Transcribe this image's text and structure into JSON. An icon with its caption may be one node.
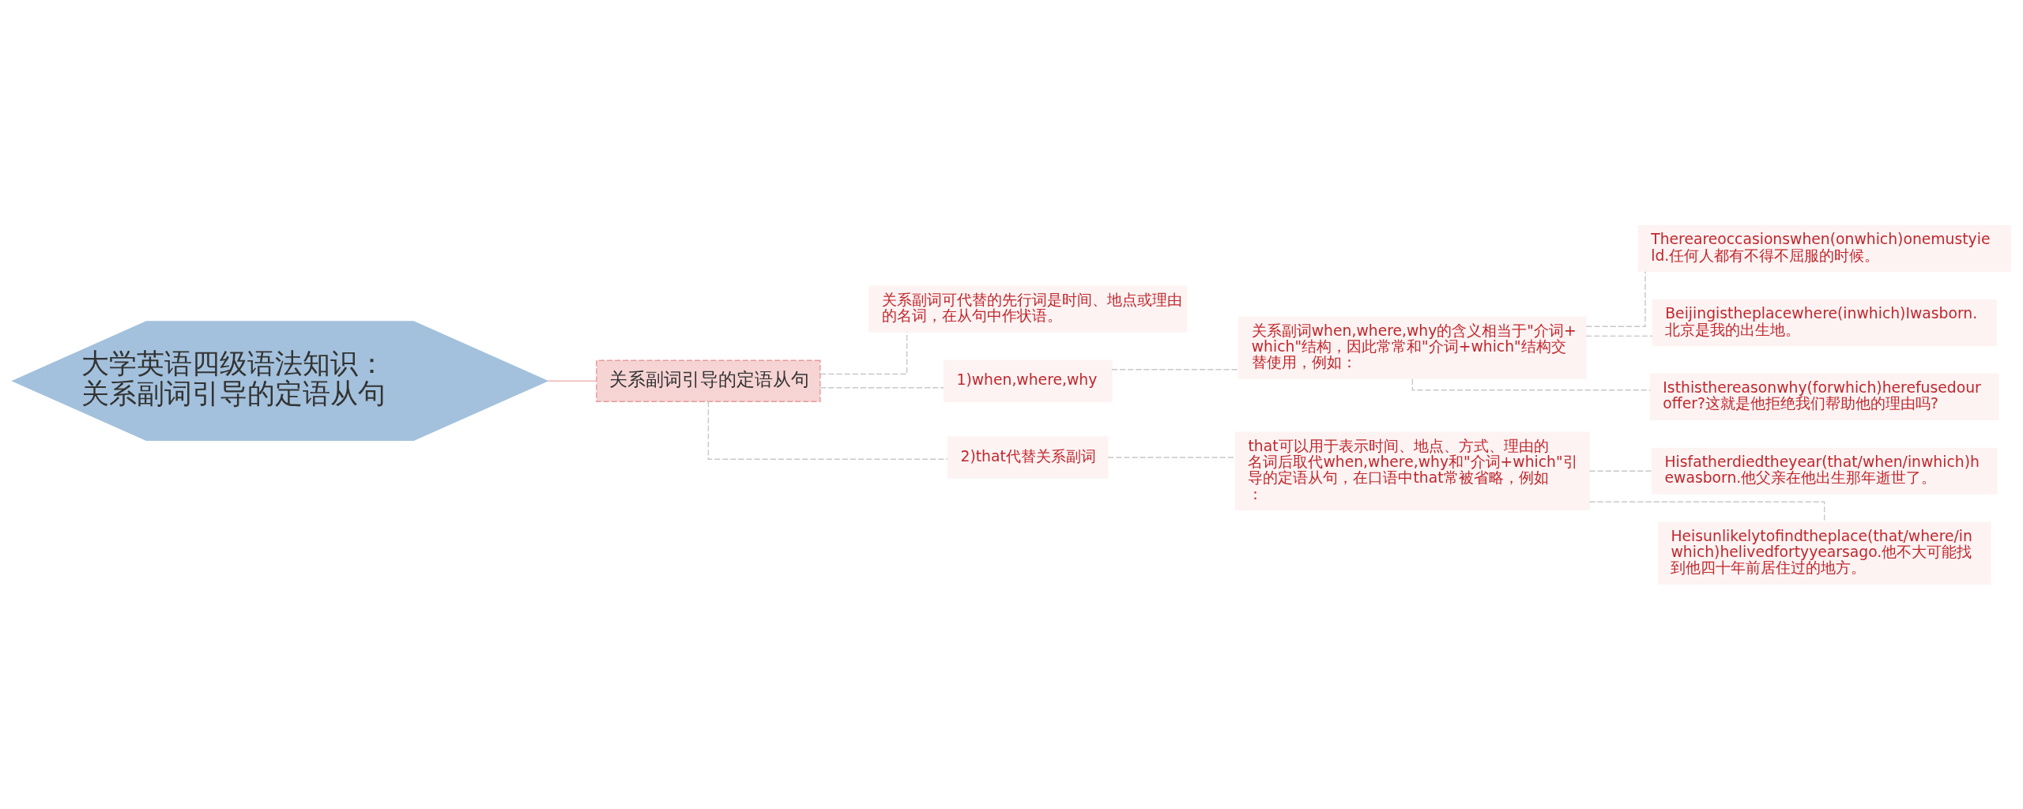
{
  "diagram": {
    "nodes": [
      {
        "text": [
          "大学英语四级语法知识：关系副词引导的定语从句"
        ]
      },
      {
        "text": [
          "关系副词引导的定语从句"
        ]
      },
      {
        "text": [
          "关系副词可代替的先行词是时间、地点或理由的名词，在从句中作状语。"
        ]
      },
      {
        "text": [
          "1)when,where,why"
        ]
      },
      {
        "text": [
          "关系副词when,where,why的含义相当于\"介词+which\"结构，因此常常和\"介词+which\"结构交替使用，例如："
        ]
      },
      {
        "text": [
          "Thereareoccasionswhen(onwhich)onemustyield.任何人都有不得不屈服的时候。"
        ]
      },
      {
        "text": [
          "Beijingistheplacewhere(inwhich)Iwasborn.北京是我的出生地。"
        ]
      },
      {
        "text": [
          "Isthisthereasonwhy(forwhich)herefusedouroffer?这就是他拒绝我们帮助他的理由吗?"
        ]
      },
      {
        "text": [
          "2)that代替关系副词"
        ]
      },
      {
        "text": [
          "that可以用于表示时间、地点、方式、理由的名词后取代when,where,why和\"介词+which\"引导的定语从句，在口语中that常被省略，例如："
        ]
      },
      {
        "text": [
          "Hisfatherdiedtheyear(that/when/inwhich)hewasborn.他父亲在他出生那年逝世了。"
        ]
      },
      {
        "text": [
          "Heisunlikelytofindtheplace(that/where/inwhich)helivedfortyyearsago.他不大可能找到他四十年前居住过的地方。"
        ]
      }
    ],
    "edges": [
      {
        "from": 0,
        "to": 1,
        "arrow": "none",
        "color": "#f0b4b4"
      },
      {
        "from": 1,
        "to": 2,
        "arrow": "none",
        "style": "dashed"
      },
      {
        "from": 1,
        "to": 3,
        "arrow": "none",
        "style": "dashed"
      },
      {
        "from": 3,
        "to": 4,
        "arrow": "none",
        "style": "dashed"
      },
      {
        "from": 4,
        "to": 5,
        "arrow": "none",
        "style": "dashed"
      },
      {
        "from": 4,
        "to": 6,
        "arrow": "none",
        "style": "dashed"
      },
      {
        "from": 4,
        "to": 7,
        "arrow": "none",
        "style": "dashed"
      },
      {
        "from": 1,
        "to": 8,
        "arrow": "none",
        "style": "dashed"
      },
      {
        "from": 8,
        "to": 9,
        "arrow": "none",
        "style": "dashed"
      },
      {
        "from": 9,
        "to": 10,
        "arrow": "none",
        "style": "dashed"
      },
      {
        "from": 9,
        "to": 11,
        "arrow": "none",
        "style": "dashed"
      }
    ]
  }
}
